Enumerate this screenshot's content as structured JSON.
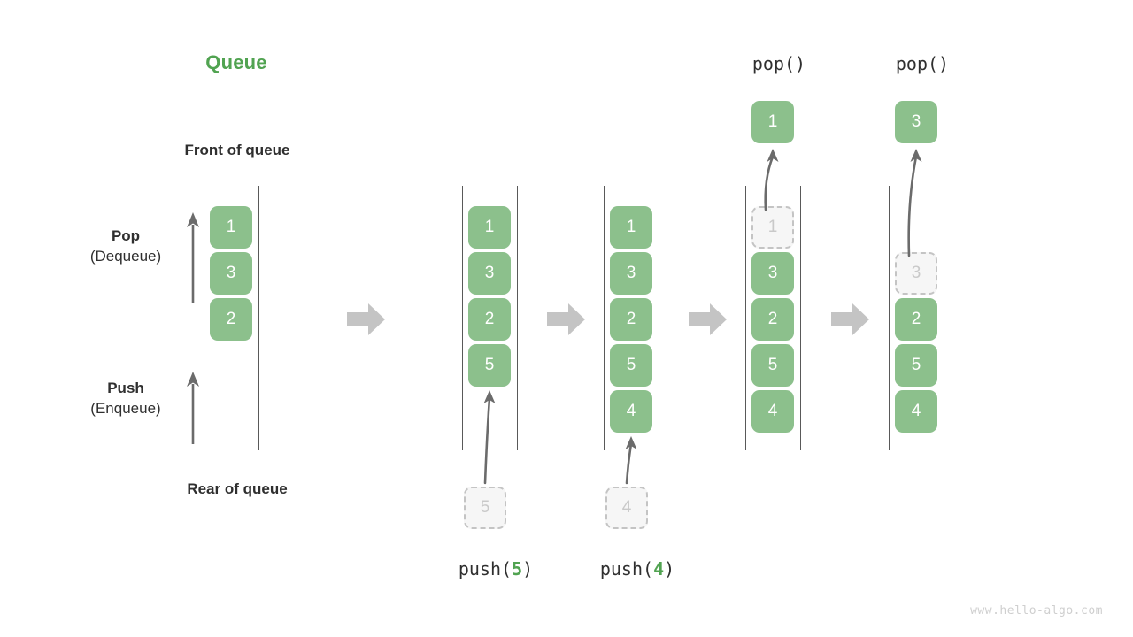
{
  "diagram": {
    "title": "Queue",
    "title_color": "#51a351",
    "front_label": "Front of queue",
    "rear_label": "Rear of queue",
    "watermark": "www.hello-algo.com",
    "box_color": "#8cc08c",
    "ghost_color": "#c9c9c9",
    "rail_color": "#595959",
    "step_arrow_color": "#c4c4c4"
  },
  "side_labels": {
    "pop": {
      "line1": "Pop",
      "line2": "(Dequeue)"
    },
    "push": {
      "line1": "Push",
      "line2": "(Enqueue)"
    }
  },
  "steps": [
    {
      "id": "initial",
      "cells": [
        {
          "value": "1",
          "state": "filled"
        },
        {
          "value": "3",
          "state": "filled"
        },
        {
          "value": "2",
          "state": "filled"
        }
      ],
      "caption": null,
      "caption_prefix": null,
      "caption_arg": null,
      "caption_suffix": null,
      "ghost_source": null,
      "pop_result": null,
      "op_label": null
    },
    {
      "id": "push-5",
      "cells": [
        {
          "value": "1",
          "state": "filled"
        },
        {
          "value": "3",
          "state": "filled"
        },
        {
          "value": "2",
          "state": "filled"
        },
        {
          "value": "5",
          "state": "filled"
        }
      ],
      "caption_prefix": "push(",
      "caption_arg": "5",
      "caption_suffix": ")",
      "ghost_source": "5",
      "pop_result": null,
      "op_label": null
    },
    {
      "id": "push-4",
      "cells": [
        {
          "value": "1",
          "state": "filled"
        },
        {
          "value": "3",
          "state": "filled"
        },
        {
          "value": "2",
          "state": "filled"
        },
        {
          "value": "5",
          "state": "filled"
        },
        {
          "value": "4",
          "state": "filled"
        }
      ],
      "caption_prefix": "push(",
      "caption_arg": "4",
      "caption_suffix": ")",
      "ghost_source": "4",
      "pop_result": null,
      "op_label": null
    },
    {
      "id": "pop-1",
      "cells": [
        {
          "value": "1",
          "state": "ghost"
        },
        {
          "value": "3",
          "state": "filled"
        },
        {
          "value": "2",
          "state": "filled"
        },
        {
          "value": "5",
          "state": "filled"
        },
        {
          "value": "4",
          "state": "filled"
        }
      ],
      "caption_prefix": null,
      "caption_arg": null,
      "caption_suffix": null,
      "ghost_source": null,
      "pop_result": "1",
      "op_label": "pop()"
    },
    {
      "id": "pop-3",
      "cells": [
        {
          "value": "",
          "state": "empty"
        },
        {
          "value": "3",
          "state": "ghost"
        },
        {
          "value": "2",
          "state": "filled"
        },
        {
          "value": "5",
          "state": "filled"
        },
        {
          "value": "4",
          "state": "filled"
        }
      ],
      "caption_prefix": null,
      "caption_arg": null,
      "caption_suffix": null,
      "ghost_source": null,
      "pop_result": "3",
      "op_label": "pop()"
    }
  ]
}
